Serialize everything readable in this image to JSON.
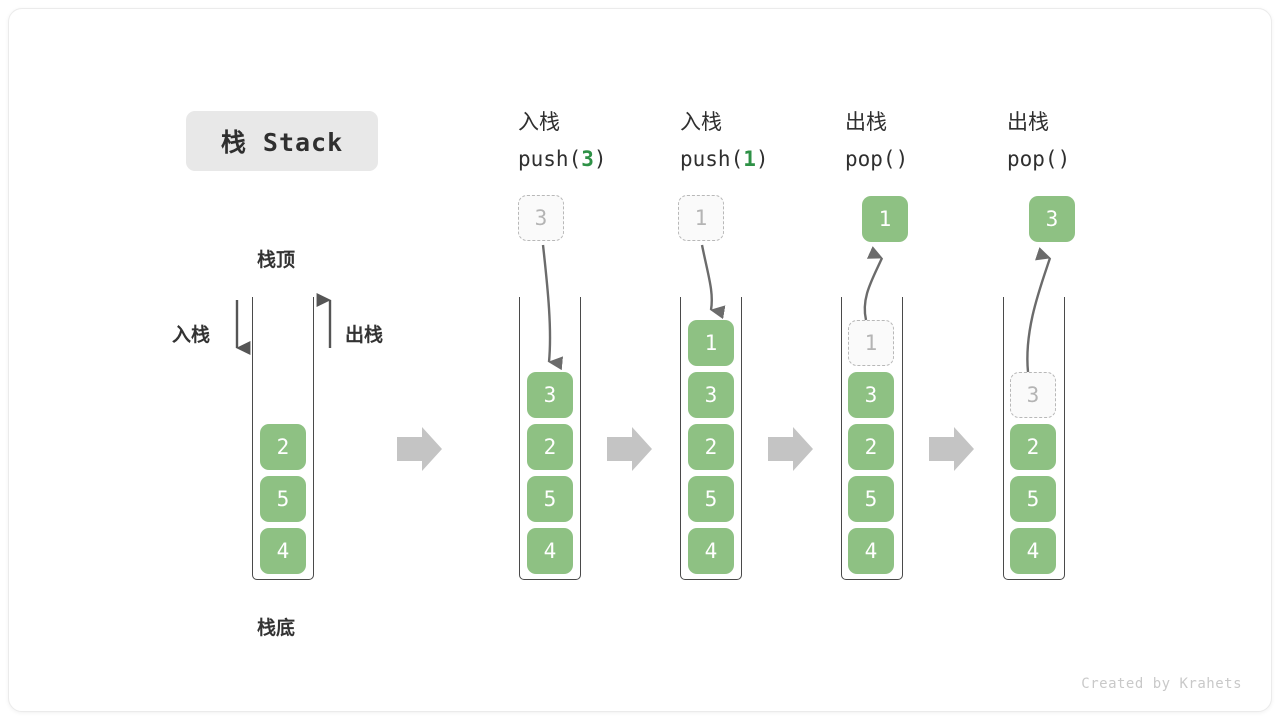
{
  "title": {
    "text": "栈 Stack"
  },
  "labels": {
    "top": "栈顶",
    "bottom": "栈底",
    "push_side": "入栈",
    "pop_side": "出栈"
  },
  "credit": "Created by Krahets",
  "colors": {
    "element_green": "#8ec183",
    "arg_green": "#2e9146",
    "ghost_border": "#b8b8b8",
    "ghost_text": "#b4b4b4",
    "container_border": "#4a4a4a",
    "transition_arrow": "#c4c4c4",
    "badge_bg": "#e8e8e8",
    "text_dark": "#2f2f2f"
  },
  "columns": [
    {
      "id": "initial",
      "header_cjk": "",
      "header_code": "",
      "header_arg": "",
      "elements": [
        "2",
        "5",
        "4"
      ],
      "floating": null,
      "inner_ghost": null
    },
    {
      "id": "push-3",
      "header_cjk": "入栈",
      "header_code_prefix": "push(",
      "header_arg": "3",
      "header_code_suffix": ")",
      "elements": [
        "3",
        "2",
        "5",
        "4"
      ],
      "floating": {
        "value": "3",
        "style": "ghost"
      },
      "inner_ghost": null
    },
    {
      "id": "push-1",
      "header_cjk": "入栈",
      "header_code_prefix": "push(",
      "header_arg": "1",
      "header_code_suffix": ")",
      "elements": [
        "1",
        "3",
        "2",
        "5",
        "4"
      ],
      "floating": {
        "value": "1",
        "style": "ghost"
      },
      "inner_ghost": null
    },
    {
      "id": "pop-1",
      "header_cjk": "出栈",
      "header_code_prefix": "pop(",
      "header_arg": "",
      "header_code_suffix": ")",
      "elements": [
        "3",
        "2",
        "5",
        "4"
      ],
      "floating": {
        "value": "1",
        "style": "solid"
      },
      "inner_ghost": {
        "value": "1",
        "slot": 0
      }
    },
    {
      "id": "pop-3",
      "header_cjk": "出栈",
      "header_code_prefix": "pop(",
      "header_arg": "",
      "header_code_suffix": ")",
      "elements": [
        "2",
        "5",
        "4"
      ],
      "floating": {
        "value": "3",
        "style": "solid"
      },
      "inner_ghost": {
        "value": "3",
        "slot": 0
      }
    }
  ]
}
